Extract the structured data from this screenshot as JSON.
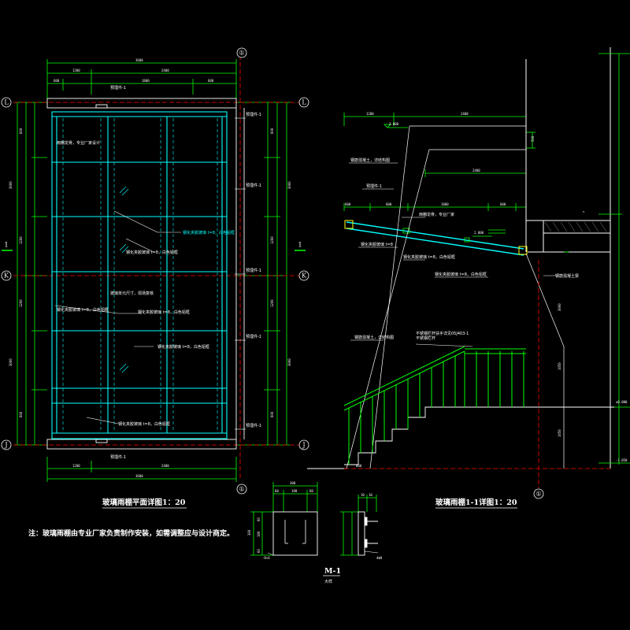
{
  "colors": {
    "background": "#000000",
    "dimension": "#00ff00",
    "glass_frame": "#00ffff",
    "wall": "#ffffff",
    "axis_line": "#ff0000",
    "railing": "#00ff00",
    "highlight": "#ffff00"
  },
  "plan": {
    "title": "玻璃雨棚平面详图1：20",
    "axis_top": "①",
    "axis_bottom": "①",
    "axis_L": "L",
    "axis_K": "K",
    "axis_J": "J",
    "axis_side": "1"
  },
  "section": {
    "title": "玻璃雨棚1-1详图1：20",
    "axis_bottom": "①"
  },
  "detail": {
    "title": "M-1",
    "subtitle": "大样"
  },
  "note": "注：玻璃雨棚由专业厂家负责制作安装，如需调整应与设计商定。"
}
